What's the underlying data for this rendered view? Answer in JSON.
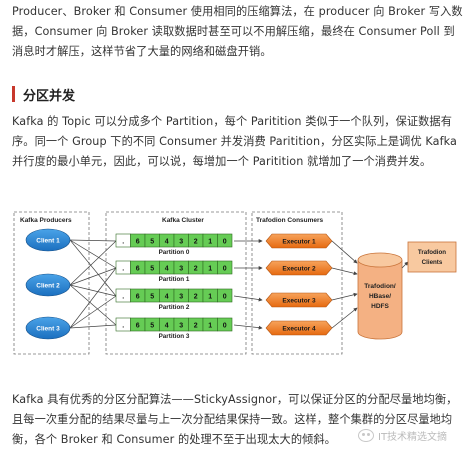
{
  "paragraphs": {
    "p1": "Producer、Broker 和 Consumer 使用相同的压缩算法，在 producer 向 Broker 写入数据，Consumer 向 Broker 读取数据时甚至可以不用解压缩，最终在 Consumer Poll 到消息时才解压，这样节省了大量的网络和磁盘开销。",
    "p2": "Kafka 的 Topic 可以分成多个 Partition，每个 Paritition 类似于一个队列，保证数据有序。同一个 Group 下的不同 Consumer 并发消费 Paritition，分区实际上是调优 Kafka 并行度的最小单元，因此，可以说，每增加一个 Paritition 就增加了一个消费并发。",
    "p3": "Kafka 具有优秀的分区分配算法——StickyAssignor，可以保证分区的分配尽量地均衡，且每一次重分配的结果尽量与上一次分配结果保持一致。这样，整个集群的分区尽量地均衡，各个 Broker 和 Consumer 的处理不至于出现太大的倾斜。"
  },
  "section_heading": "分区并发",
  "diagram": {
    "producers_title": "Kafka Producers",
    "cluster_title": "Kafka Cluster",
    "consumers_title": "Trafodion Consumers",
    "clients": [
      "Client 1",
      "Client 2",
      "Client 3"
    ],
    "partition_cells": [
      "6",
      "5",
      "4",
      "3",
      "2",
      "1",
      "0"
    ],
    "partitions": [
      "Partition 0",
      "Partition 1",
      "Partition 2",
      "Partition 3"
    ],
    "executors": [
      "Executor 1",
      "Executor 2",
      "Executor 3",
      "Executor 4"
    ],
    "store_lines": [
      "Trafodion/",
      "HBase/",
      "HDFS"
    ],
    "clients_box": "Trafodion Clients",
    "colors": {
      "client": "#1f77c9",
      "partition_fill": "#66cc55",
      "executor": "#f07a1e",
      "store": "#f4b183",
      "clients_box": "#f8c9a0"
    }
  },
  "watermark": "IT技术精选文摘"
}
